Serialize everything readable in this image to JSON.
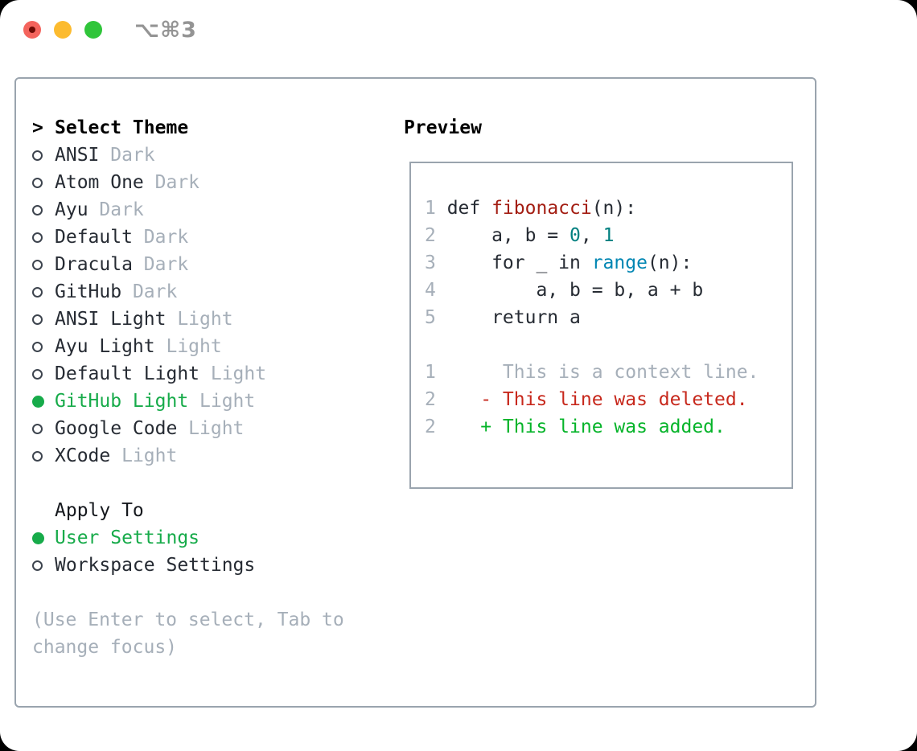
{
  "titlebar": {
    "title": "⌥⌘3"
  },
  "colors": {
    "accent_green": "#17ab4a",
    "added_green": "#06b42a",
    "deleted_red": "#c7281c",
    "title_red": "#a31d12",
    "number_teal": "#008080",
    "builtin_blue": "#0086b3",
    "muted_gray": "#a6afb9",
    "text_dark": "#262b33",
    "border_gray": "#9aa4ae"
  },
  "theme_panel": {
    "header": {
      "prompt": ">",
      "label": "Select Theme"
    },
    "themes": [
      {
        "name": "ANSI",
        "tag": "Dark",
        "selected": false
      },
      {
        "name": "Atom One",
        "tag": "Dark",
        "selected": false
      },
      {
        "name": "Ayu",
        "tag": "Dark",
        "selected": false
      },
      {
        "name": "Default",
        "tag": "Dark",
        "selected": false
      },
      {
        "name": "Dracula",
        "tag": "Dark",
        "selected": false
      },
      {
        "name": "GitHub",
        "tag": "Dark",
        "selected": false
      },
      {
        "name": "ANSI Light",
        "tag": "Light",
        "selected": false
      },
      {
        "name": "Ayu Light",
        "tag": "Light",
        "selected": false
      },
      {
        "name": "Default Light",
        "tag": "Light",
        "selected": false
      },
      {
        "name": "GitHub Light",
        "tag": "Light",
        "selected": true
      },
      {
        "name": "Google Code",
        "tag": "Light",
        "selected": false
      },
      {
        "name": "XCode",
        "tag": "Light",
        "selected": false
      }
    ],
    "apply_to": {
      "label": "Apply To",
      "options": [
        {
          "label": "User Settings",
          "selected": true
        },
        {
          "label": "Workspace Settings",
          "selected": false
        }
      ]
    },
    "hint_lines": [
      "(Use Enter to select, Tab to",
      "change focus)"
    ]
  },
  "preview": {
    "label": "Preview",
    "code_lines": [
      {
        "num": "1",
        "segments": [
          {
            "t": "def ",
            "c": "code"
          },
          {
            "t": "fibonacci",
            "c": "title"
          },
          {
            "t": "(n):",
            "c": "code"
          }
        ]
      },
      {
        "num": "2",
        "segments": [
          {
            "t": "    a, b = ",
            "c": "code"
          },
          {
            "t": "0",
            "c": "num"
          },
          {
            "t": ", ",
            "c": "code"
          },
          {
            "t": "1",
            "c": "num"
          }
        ]
      },
      {
        "num": "3",
        "segments": [
          {
            "t": "    for _ in ",
            "c": "code"
          },
          {
            "t": "range",
            "c": "builtin"
          },
          {
            "t": "(n):",
            "c": "code"
          }
        ]
      },
      {
        "num": "4",
        "segments": [
          {
            "t": "        a, b = b, a + b",
            "c": "code"
          }
        ]
      },
      {
        "num": "5",
        "segments": [
          {
            "t": "    return a",
            "c": "code"
          }
        ]
      },
      {
        "num": "",
        "segments": []
      },
      {
        "num": "1",
        "segments": [
          {
            "t": "     This is a context line.",
            "c": "context"
          }
        ]
      },
      {
        "num": "2",
        "segments": [
          {
            "t": "   - This line was deleted.",
            "c": "deleted"
          }
        ]
      },
      {
        "num": "2",
        "segments": [
          {
            "t": "   + This line was added.",
            "c": "added"
          }
        ]
      }
    ]
  }
}
